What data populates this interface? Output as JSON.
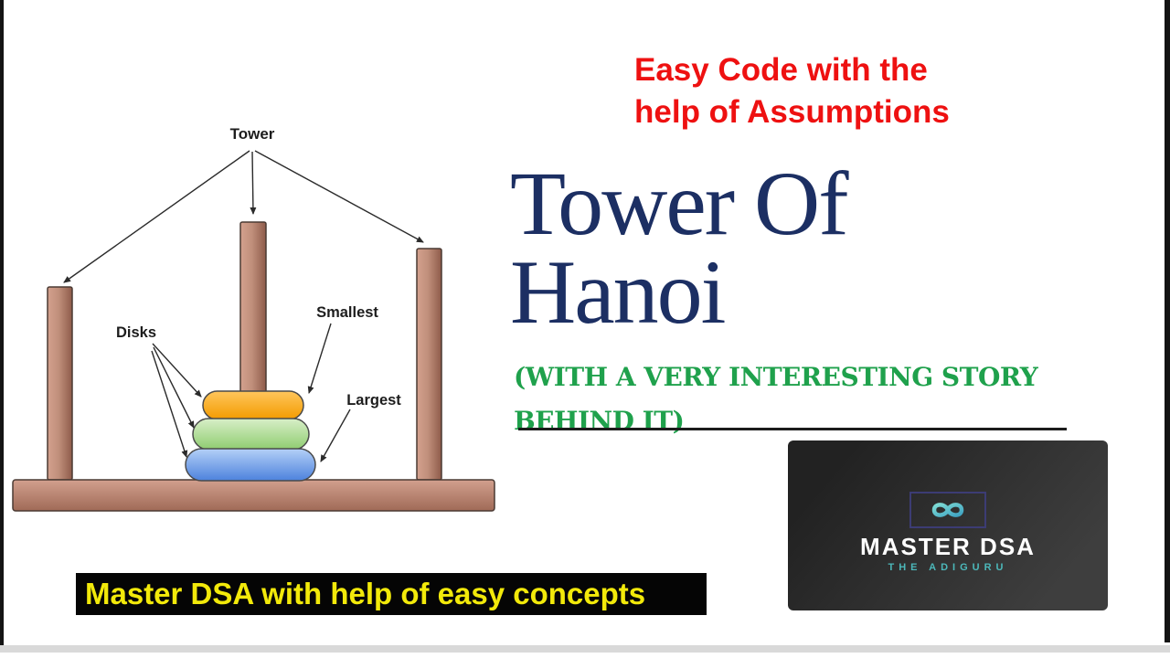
{
  "page": {
    "background": "#ffffff"
  },
  "diagram": {
    "tower_label": "Tower",
    "disks_label": "Disks",
    "smallest_label": "Smallest",
    "largest_label": "Largest",
    "colors": {
      "peg_light": "#d4a18e",
      "peg_dark": "#8e5b4a",
      "base_light": "#d2a08e",
      "base_dark": "#a06a57",
      "disk_small_top": "#ffc65c",
      "disk_small_bottom": "#f39b00",
      "disk_mid_top": "#d8efc8",
      "disk_mid_bottom": "#8fcc70",
      "disk_large_top": "#b4d0f7",
      "disk_large_bottom": "#4d82dd"
    }
  },
  "headline": {
    "line1": "Easy Code with the",
    "line2": "help of Assumptions",
    "color": "#ee1111"
  },
  "title": {
    "line1": "Tower Of",
    "line2": "Hanoi",
    "color": "#1c2f63"
  },
  "subtitle": {
    "line1": "(WITH A VERY INTERESTING STORY",
    "line2": "BEHIND IT)",
    "color": "#1fa14c"
  },
  "logo_card": {
    "brand": "MASTER DSA",
    "tagline": "THE ADIGURU",
    "infinity_icon": "infinity-symbol",
    "colors": {
      "card_bg": "#2e2e2e",
      "accent_teal": "#52bfc1",
      "brand_text": "#ffffff",
      "frame_border": "#3c3c74"
    }
  },
  "banner": {
    "text": "Master DSA with help of easy concepts",
    "text_color": "#f2e90a",
    "bg_color": "#000000"
  }
}
